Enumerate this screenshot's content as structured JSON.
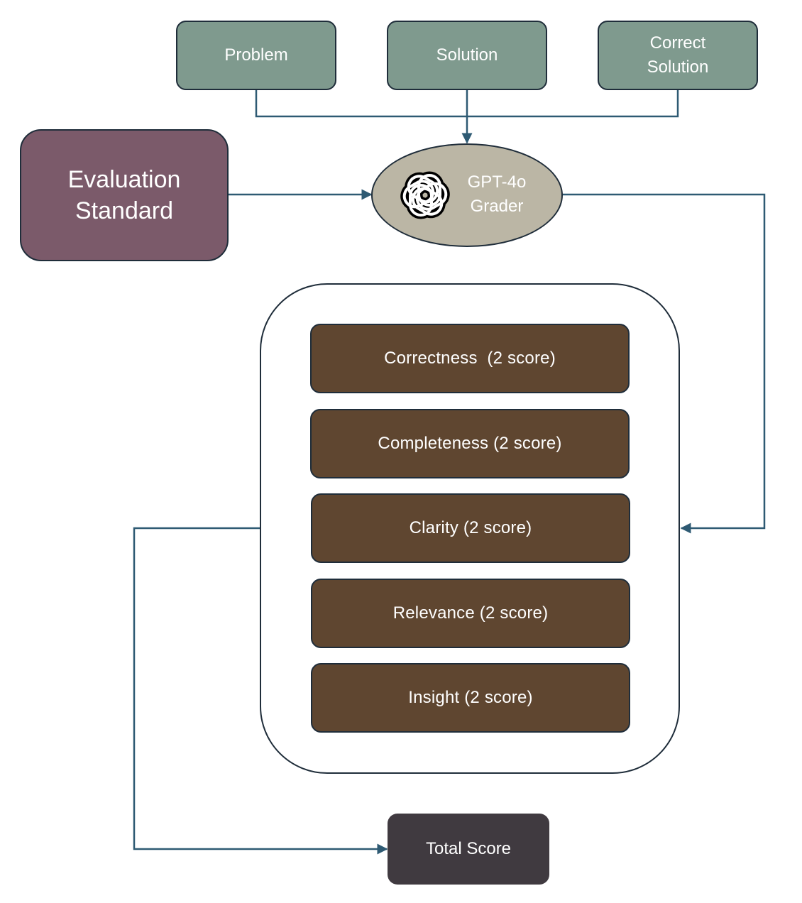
{
  "inputs": {
    "problem": "Problem",
    "solution": "Solution",
    "correct_solution": "Correct\nSolution"
  },
  "evaluation_standard": "Evaluation\nStandard",
  "grader": {
    "label": "GPT-4o\nGrader",
    "icon": "openai-logo-icon"
  },
  "criteria": [
    "Correctness  (2 score)",
    "Completeness (2 score)",
    "Clarity (2 score)",
    "Relevance (2 score)",
    "Insight (2 score)"
  ],
  "total_score": "Total Score",
  "colors": {
    "input": "#7f9a8e",
    "evaluation_standard": "#7b5a6a",
    "grader": "#bbb6a5",
    "criteria": "#5f4630",
    "total_score": "#403a40",
    "connector": "#2e5a73"
  }
}
